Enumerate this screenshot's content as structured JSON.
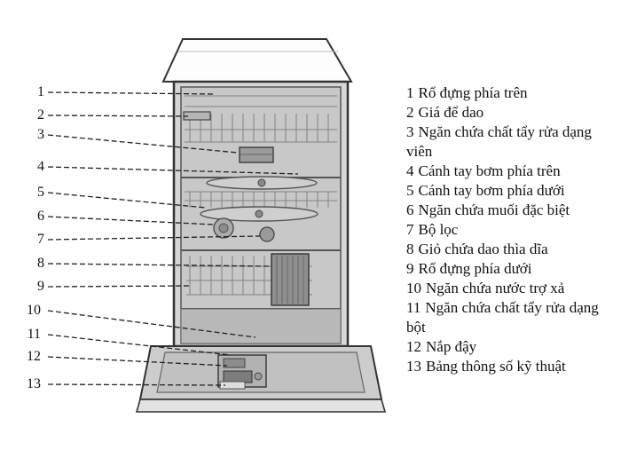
{
  "diagram": {
    "subject": "dishwasher-parts-diagram",
    "colors": {
      "ink": "#1a1a1a",
      "body_fill": "#d6d6d6",
      "interior_fill": "#c8c8c8",
      "background": "#ffffff"
    }
  },
  "legend": {
    "items": [
      {
        "num": "1",
        "label": "Rổ đựng phía trên"
      },
      {
        "num": "2",
        "label": "Giá để dao"
      },
      {
        "num": "3",
        "label": "Ngăn chứa chất tẩy rửa dạng viên"
      },
      {
        "num": "4",
        "label": "Cánh tay bơm phía trên"
      },
      {
        "num": "5",
        "label": "Cánh tay bơm phía dưới"
      },
      {
        "num": "6",
        "label": "Ngăn chứa muối đặc biệt"
      },
      {
        "num": "7",
        "label": "Bộ lọc"
      },
      {
        "num": "8",
        "label": "Giỏ chứa dao thìa dĩa"
      },
      {
        "num": "9",
        "label": "Rổ đựng phía dưới"
      },
      {
        "num": "10",
        "label": "Ngăn chứa nước trợ xả"
      },
      {
        "num": "11",
        "label": "Ngăn chứa chất tẩy rửa dạng bột"
      },
      {
        "num": "12",
        "label": "Nắp đậy"
      },
      {
        "num": "13",
        "label": "Bảng thông số kỹ thuật"
      }
    ]
  }
}
